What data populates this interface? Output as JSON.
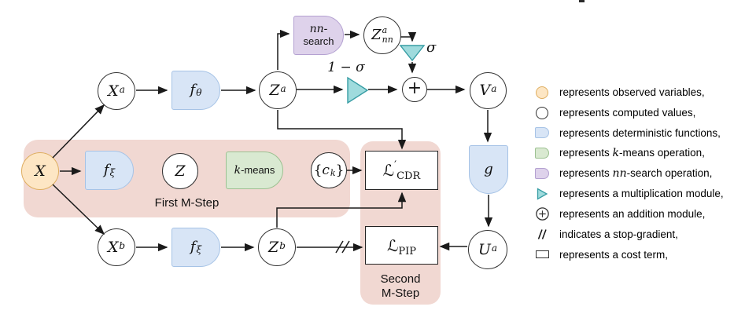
{
  "diagram": {
    "nodes": {
      "x": {
        "base": "X"
      },
      "xa": {
        "base": "X",
        "sup": "a"
      },
      "xb": {
        "base": "X",
        "sup": "b"
      },
      "z": {
        "base": "Z"
      },
      "za": {
        "base": "Z",
        "sup": "a"
      },
      "zb": {
        "base": "Z",
        "sup": "b"
      },
      "zann": {
        "base": "Z",
        "sup": "a",
        "sub": "nn"
      },
      "ck": {
        "open": "{",
        "base": "c",
        "sub": "k",
        "close": "}"
      },
      "va": {
        "base": "V",
        "sup": "a"
      },
      "ua": {
        "base": "U",
        "sup": "a"
      },
      "f_theta": {
        "base": "f",
        "sub": "θ"
      },
      "f_xi_mid": {
        "base": "f",
        "sub": "ξ"
      },
      "f_xi_bot": {
        "base": "f",
        "sub": "ξ"
      },
      "g": {
        "base": "g"
      },
      "kmeans": {
        "math": "k",
        "text": "-means"
      },
      "nnsearch": {
        "math": "nn-",
        "text": "search"
      },
      "plus": "+",
      "loss_cdr": {
        "base": "ℒ",
        "prime": "′",
        "sub": "CDR"
      },
      "loss_pip": {
        "base": "ℒ",
        "sub": "PIP"
      }
    },
    "annotations": {
      "one_minus_sigma": "1 − σ",
      "sigma": "σ",
      "first_mstep": "First M-Step",
      "second_mstep_1": "Second",
      "second_mstep_2": "M-Step"
    }
  },
  "legend": {
    "items": [
      {
        "icon": "observed-circle-icon",
        "pre": "represents observed variables,"
      },
      {
        "icon": "computed-circle-icon",
        "pre": "represents computed values,"
      },
      {
        "icon": "deterministic-block-icon",
        "pre": "represents deterministic functions,"
      },
      {
        "icon": "kmeans-block-icon",
        "pre": "represents ",
        "math": "k",
        "post": "-means operation,"
      },
      {
        "icon": "nnsearch-block-icon",
        "pre": "represents ",
        "math": "nn",
        "post": "-search operation,"
      },
      {
        "icon": "multiplication-triangle-icon",
        "pre": "represents a multiplication module,"
      },
      {
        "icon": "addition-circle-icon",
        "pre": "represents an addition module,"
      },
      {
        "icon": "stop-gradient-icon",
        "pre": "indicates a stop-gradient,"
      },
      {
        "icon": "cost-term-rect-icon",
        "pre": "represents a cost term,"
      }
    ]
  },
  "colors": {
    "observed_fill": "#fde6c4",
    "observed_border": "#dfae60",
    "deterministic_fill": "#d8e5f6",
    "deterministic_border": "#a6c3e6",
    "kmeans_fill": "#d9e9d1",
    "kmeans_border": "#9cc191",
    "nnsearch_fill": "#ded2eb",
    "nnsearch_border": "#b4a1d1",
    "multiplication_fill": "#9fdbdd",
    "multiplication_border": "#379da4",
    "mstep_region_fill": "#f1d8d2",
    "line_color": "#1a1a1a"
  }
}
